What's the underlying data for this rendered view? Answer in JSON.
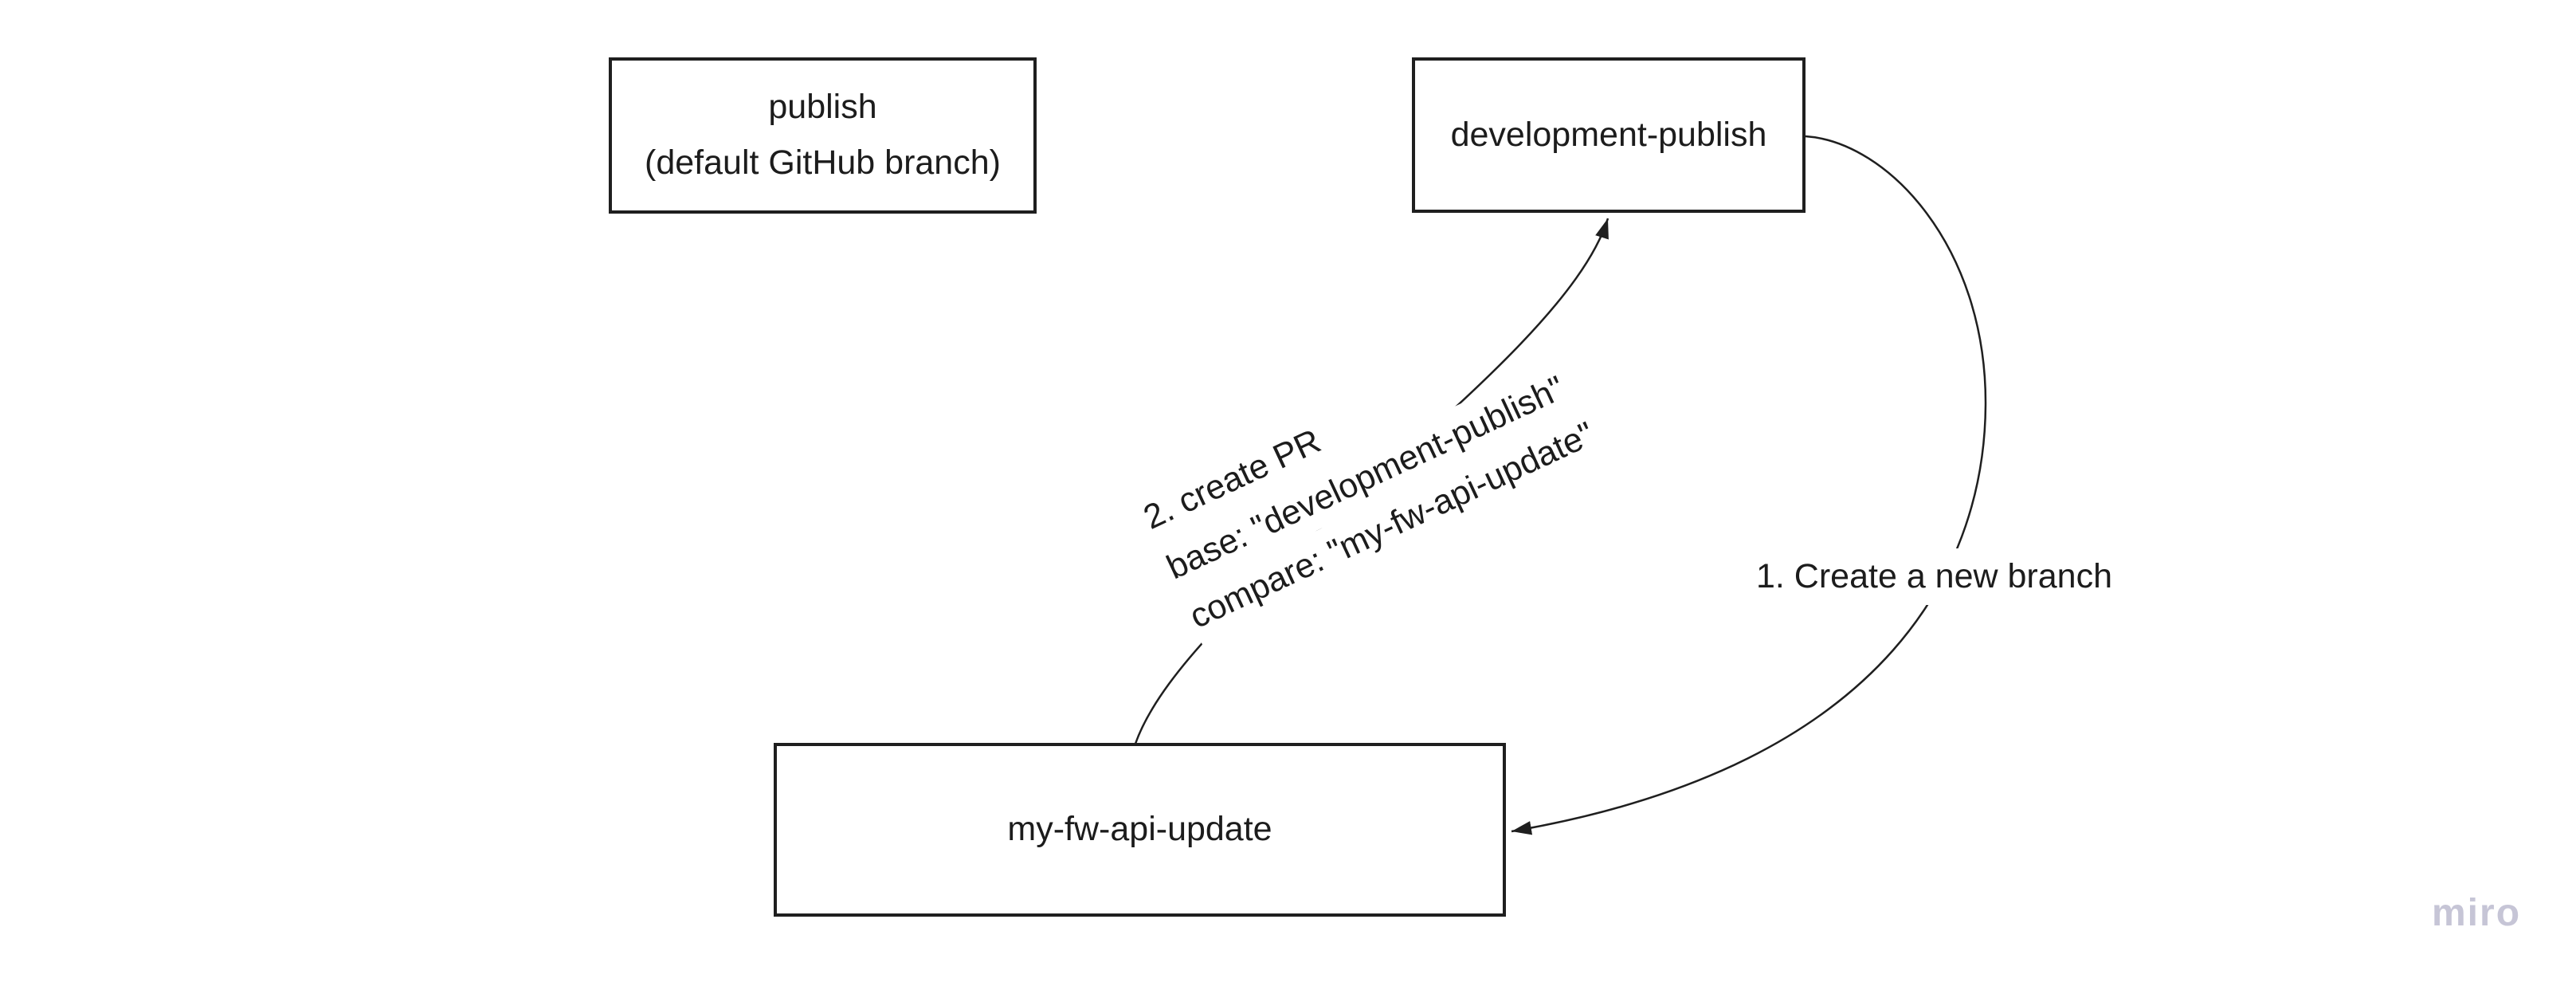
{
  "canvas": {
    "background": "#ffffff",
    "stroke_color": "#1f1f1f",
    "text_color": "#1c1c1c"
  },
  "nodes": {
    "publish": {
      "line1": "publish",
      "line2": "(default GitHub branch)"
    },
    "development_publish": {
      "label": "development-publish"
    },
    "my_fw_api_update": {
      "label": "my-fw-api-update"
    }
  },
  "connectors": {
    "create_branch": {
      "label": "1. Create a new branch"
    },
    "create_pr": {
      "line1": "2. create PR",
      "line2": "base: \"development-publish\"",
      "line3": "compare: \"my-fw-api-update\""
    }
  },
  "watermark": {
    "text": "miro",
    "color": "#c6c5d6"
  }
}
